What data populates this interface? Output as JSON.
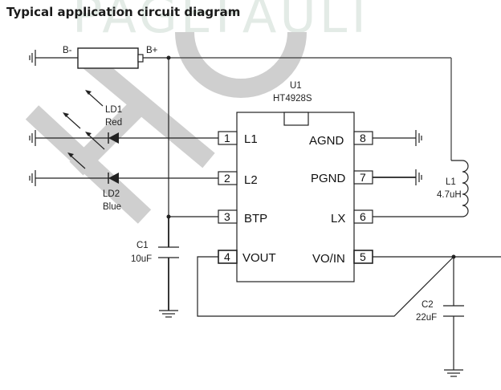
{
  "title": "Typical application circuit diagram",
  "watermark": "PAGEFAULT",
  "colors": {
    "wire": "#222222",
    "watermark_shape": "#cccccc",
    "watermark_text": "#e3ebe6"
  },
  "battery": {
    "neg_label": "B-",
    "pos_label": "B+"
  },
  "ic": {
    "ref": "U1",
    "part": "HT4928S",
    "pins": [
      {
        "num": "1",
        "name": "L1"
      },
      {
        "num": "2",
        "name": "L2"
      },
      {
        "num": "3",
        "name": "BTP"
      },
      {
        "num": "4",
        "name": "VOUT"
      },
      {
        "num": "5",
        "name": "VO/IN"
      },
      {
        "num": "6",
        "name": "LX"
      },
      {
        "num": "7",
        "name": "PGND"
      },
      {
        "num": "8",
        "name": "AGND"
      }
    ]
  },
  "components": {
    "ld1": {
      "ref": "LD1",
      "value": "Red"
    },
    "ld2": {
      "ref": "LD2",
      "value": "Blue"
    },
    "c1": {
      "ref": "C1",
      "value": "10uF"
    },
    "c2": {
      "ref": "C2",
      "value": "22uF"
    },
    "l1": {
      "ref": "L1",
      "value": "4.7uH"
    }
  }
}
